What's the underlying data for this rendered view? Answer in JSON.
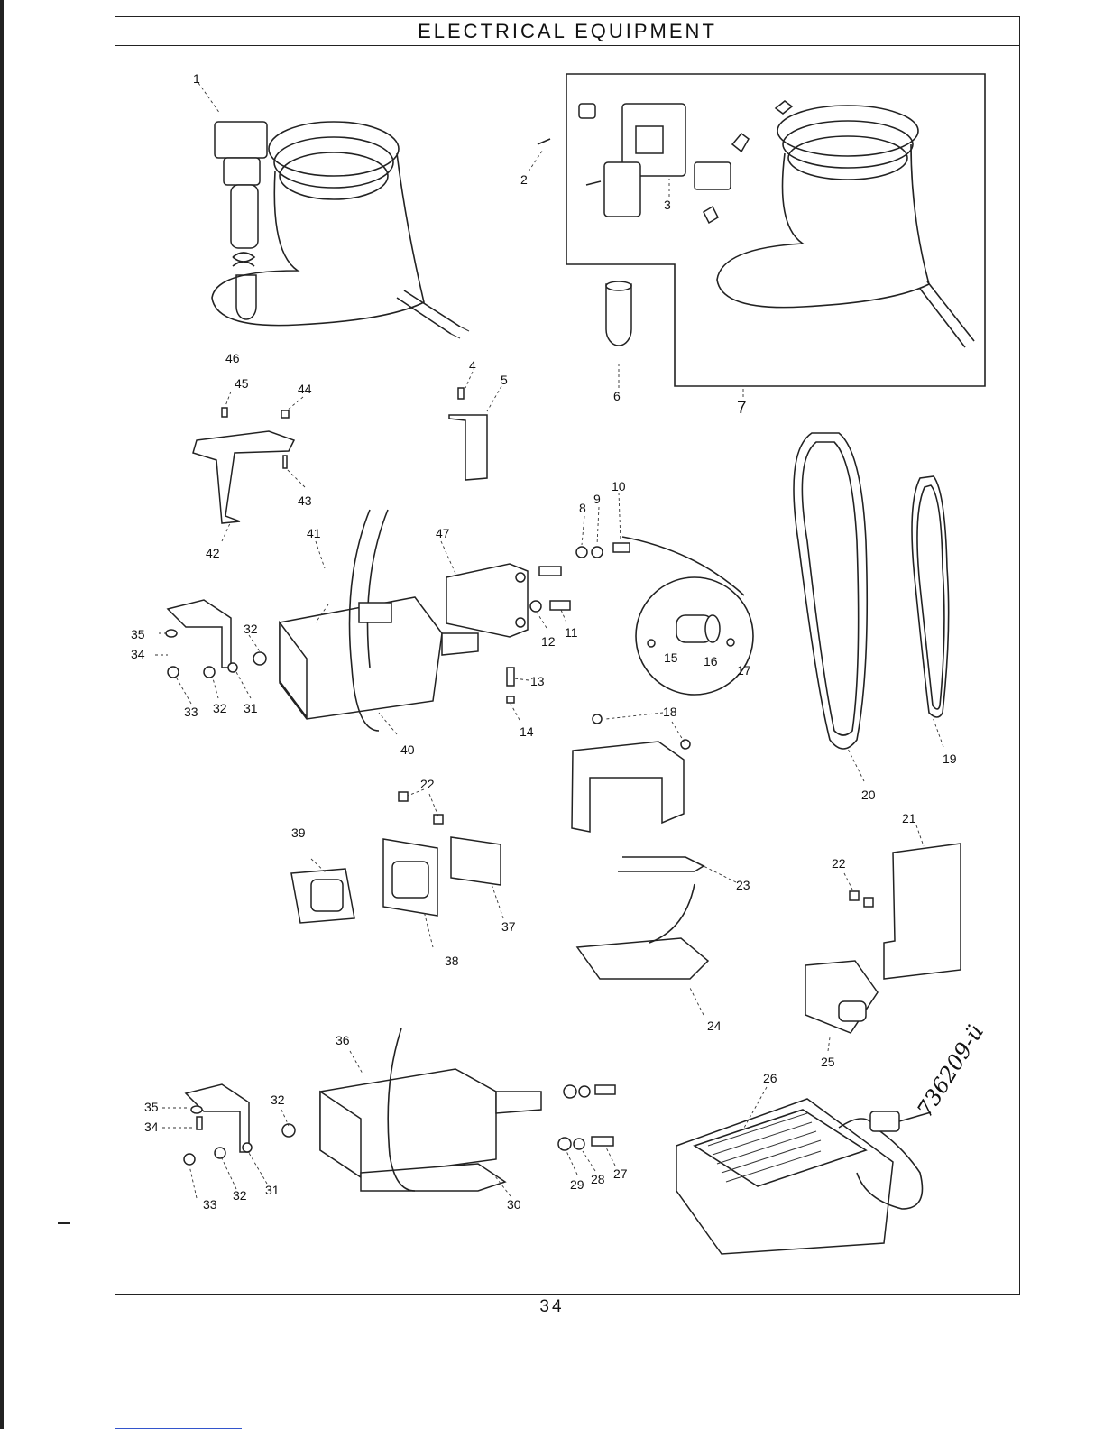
{
  "page": {
    "title": "ELECTRICAL EQUIPMENT",
    "page_number": "34",
    "handwritten_note": "736209-ü"
  },
  "callouts": [
    "1",
    "2",
    "3",
    "4",
    "5",
    "6",
    "7",
    "8",
    "9",
    "10",
    "11",
    "12",
    "13",
    "14",
    "15",
    "16",
    "17",
    "18",
    "19",
    "20",
    "21",
    "22",
    "22",
    "23",
    "24",
    "25",
    "26",
    "27",
    "28",
    "29",
    "30",
    "31",
    "31",
    "32",
    "32",
    "32",
    "32",
    "33",
    "33",
    "34",
    "34",
    "35",
    "35",
    "36",
    "37",
    "38",
    "39",
    "40",
    "41",
    "42",
    "43",
    "44",
    "45",
    "46",
    "47"
  ],
  "colors": {
    "ink": "#222222",
    "paper": "#ffffff",
    "link": "#3355cc"
  }
}
